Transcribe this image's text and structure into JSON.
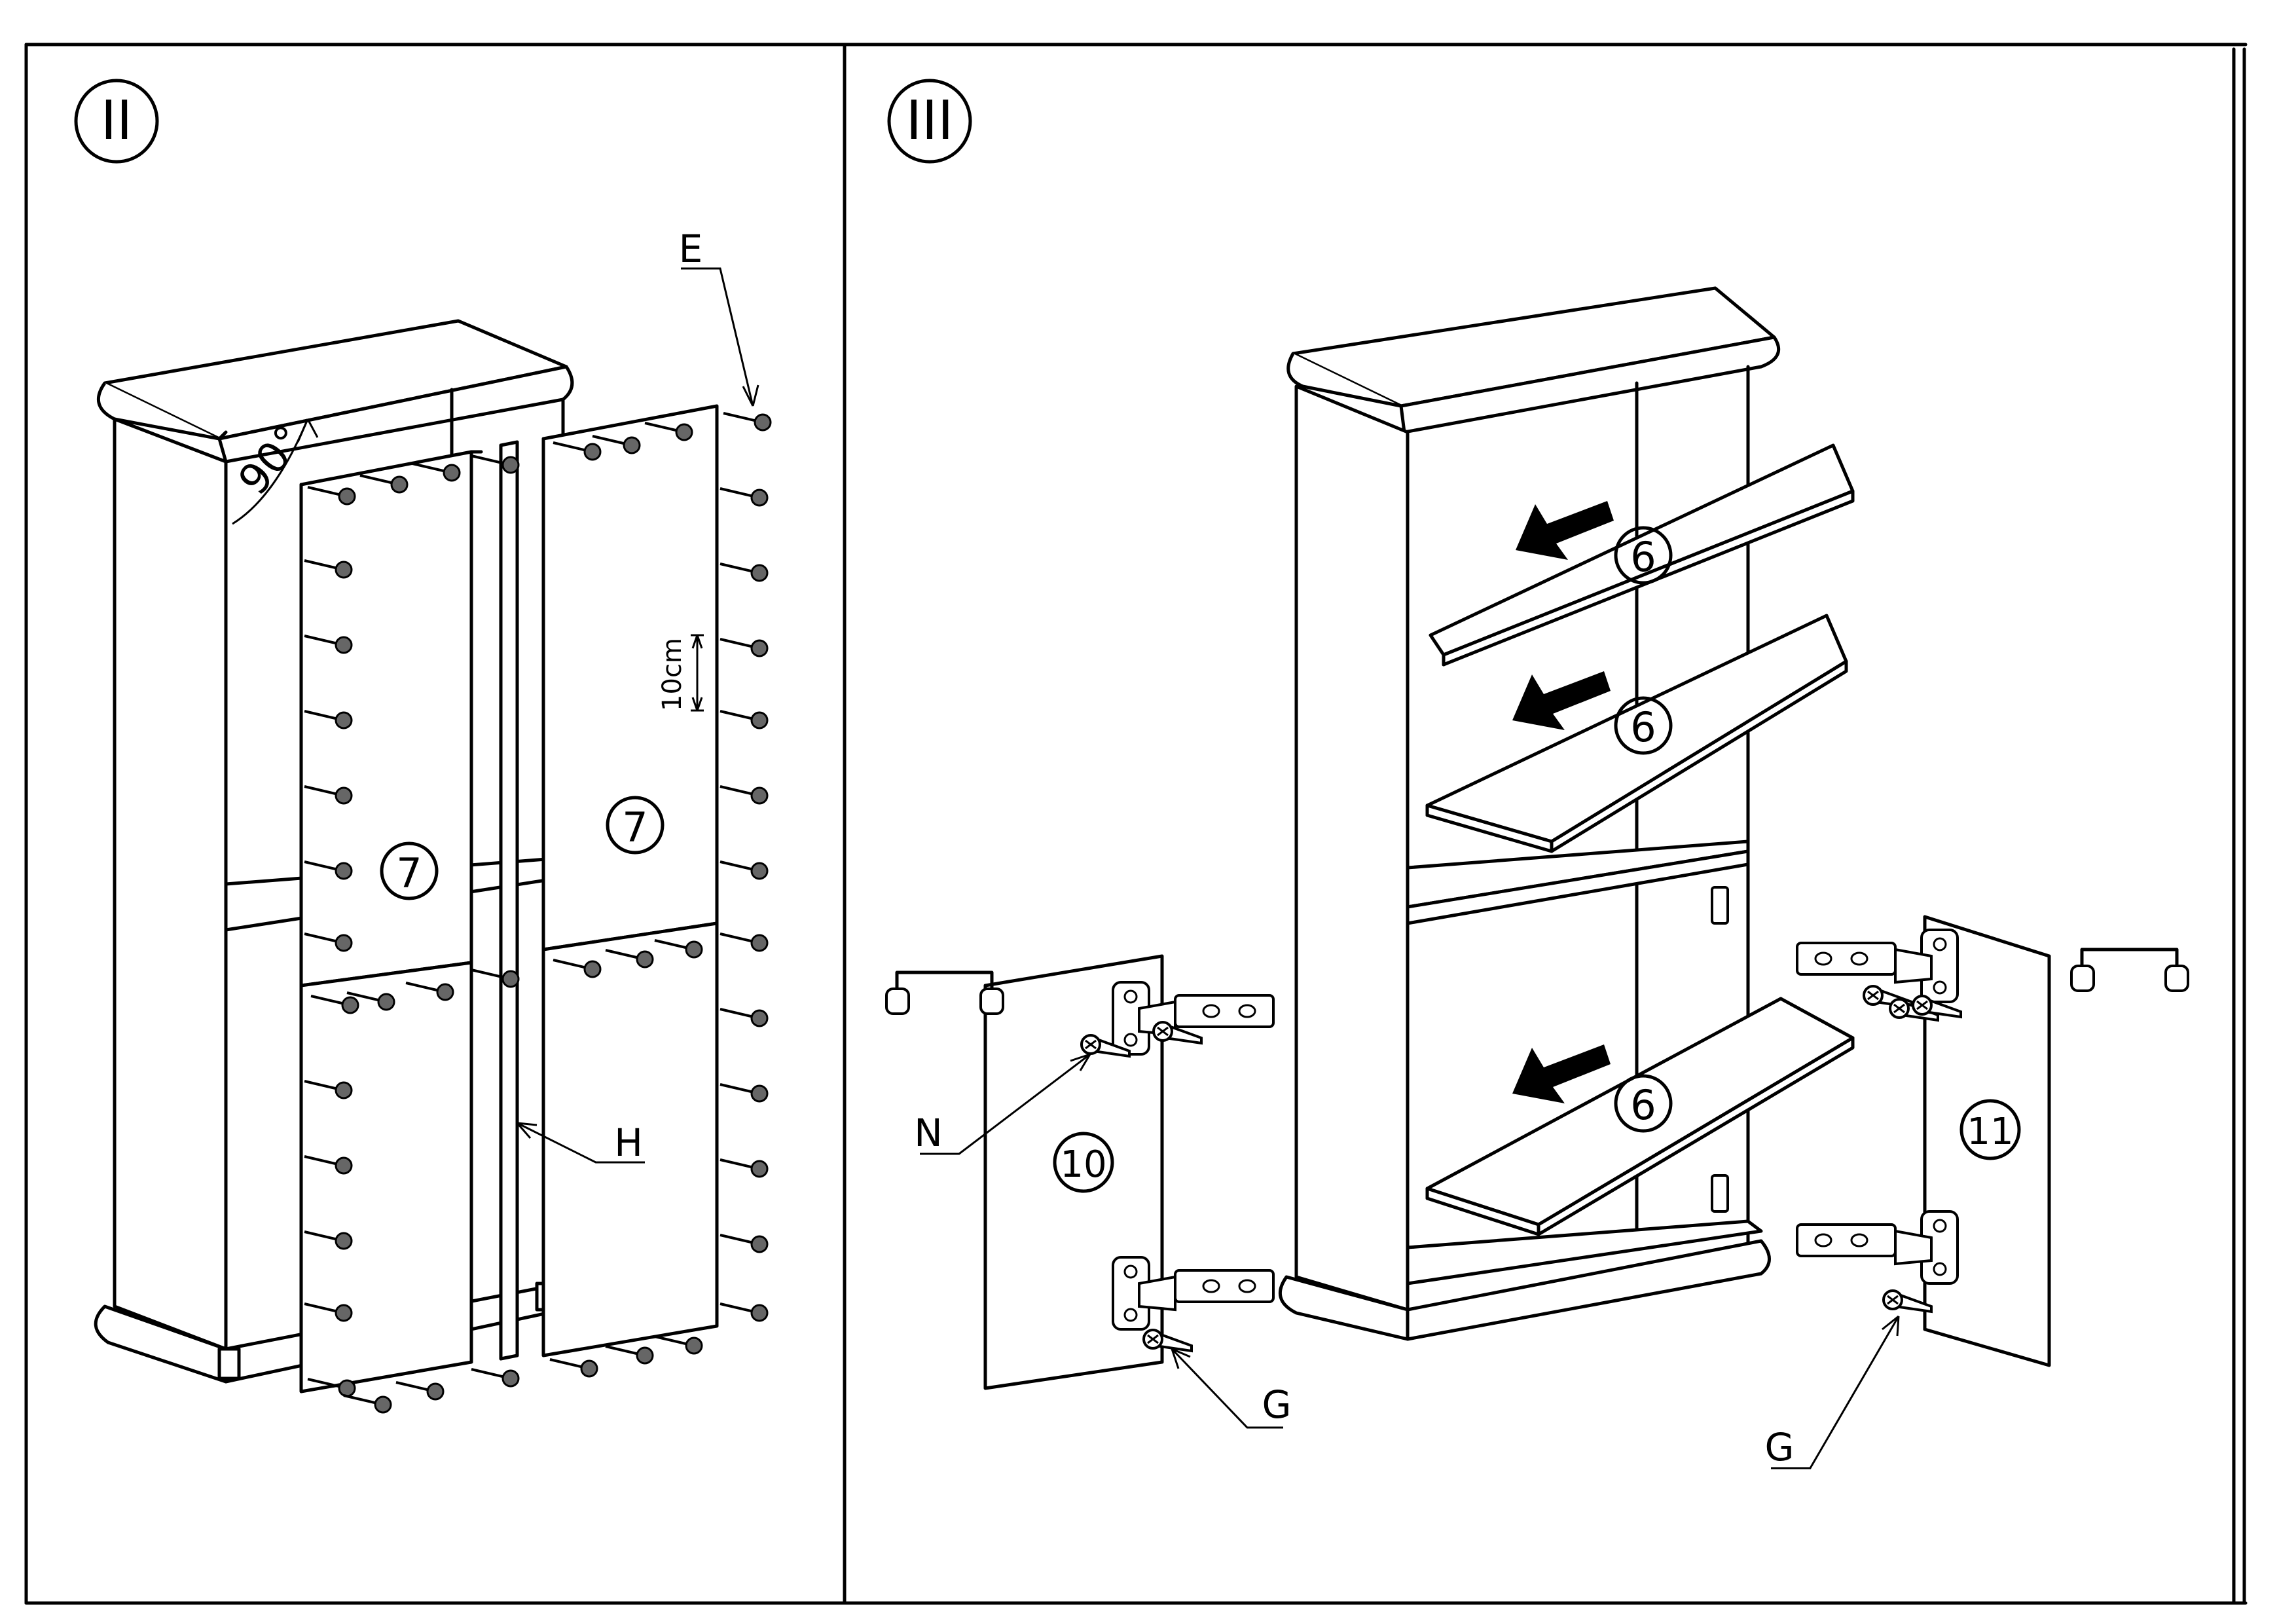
{
  "steps": {
    "step2": {
      "number": "II"
    },
    "step3": {
      "number": "III"
    }
  },
  "step2": {
    "angle_label": "90°",
    "spacing_label": "10cm",
    "part_labels": [
      "7",
      "7"
    ],
    "hardware_labels": {
      "nails": "E",
      "strip": "H"
    }
  },
  "step3": {
    "shelf_labels": [
      "6",
      "6",
      "6"
    ],
    "door_labels": {
      "left": "10",
      "right": "11"
    },
    "hardware_labels": {
      "screw_short": "N",
      "screw_left": "G",
      "screw_right": "G"
    }
  },
  "icons": [
    "nail-icon",
    "hinge-icon",
    "screw-icon",
    "handle-icon",
    "push-arrow-icon"
  ]
}
